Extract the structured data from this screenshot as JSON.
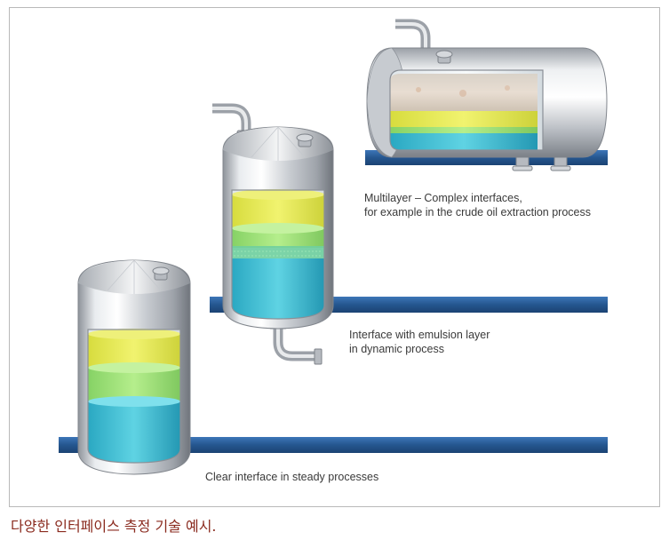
{
  "labels": {
    "multilayer_line1": "Multilayer – Complex interfaces,",
    "multilayer_line2": "for example in the crude oil extraction process",
    "emulsion_line1": "Interface with emulsion layer",
    "emulsion_line2": "in dynamic process",
    "clear": "Clear interface in steady processes"
  },
  "caption": "다양한 인터페이스 측정 기술 예시.",
  "colors": {
    "pipe_blue": "#2f63a3",
    "layer_yellow": "#e6ea54",
    "layer_green": "#9fe07a",
    "layer_cyan": "#3fbfd4",
    "caption_red": "#8a2a1e"
  }
}
